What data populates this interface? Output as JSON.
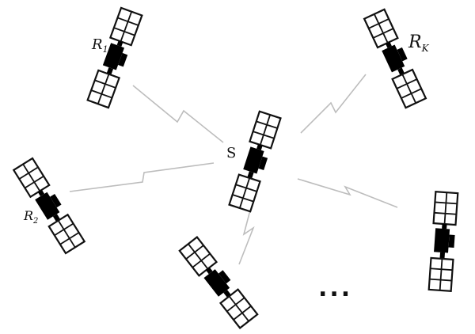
{
  "labels": {
    "center": "S",
    "relay_1_main": "R",
    "relay_1_sub": "1",
    "relay_2_main": "R",
    "relay_2_sub": "2",
    "relay_k_main": "R",
    "relay_k_sub": "K"
  },
  "ellipsis": "..."
}
